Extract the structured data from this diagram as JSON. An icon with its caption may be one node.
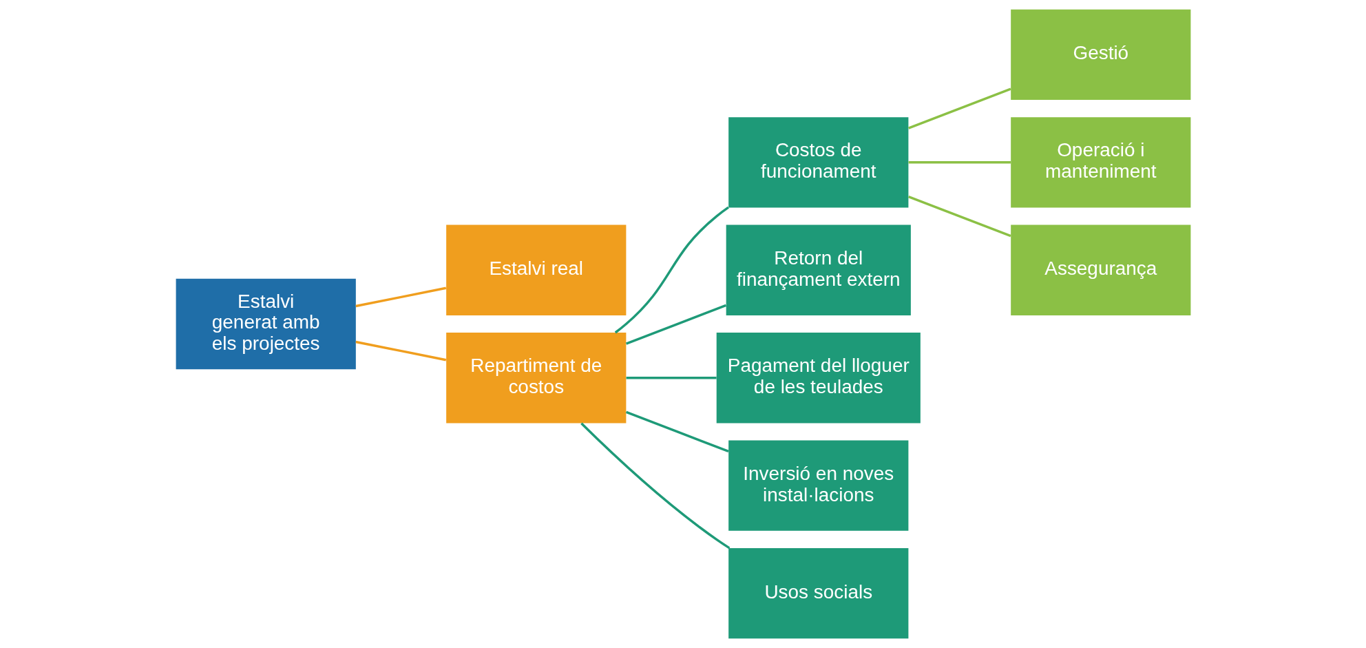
{
  "diagram": {
    "nodes": [
      {
        "text": [
          "Estalvi generat amb els projectes"
        ]
      },
      {
        "text": [
          "Estalvi real"
        ]
      },
      {
        "text": [
          "Repartiment de costos"
        ]
      },
      {
        "text": [
          "Costos de funcionament"
        ]
      },
      {
        "text": [
          "Retorn del finançament extern"
        ]
      },
      {
        "text": [
          "Pagament del lloguer de les teulades"
        ]
      },
      {
        "text": [
          "Inversió en noves instal·lacions"
        ]
      },
      {
        "text": [
          "Usos socials"
        ]
      },
      {
        "text": [
          "Gestió"
        ]
      },
      {
        "text": [
          "Operació i manteniment"
        ]
      },
      {
        "text": [
          "Assegurança"
        ]
      }
    ],
    "edges": [
      {
        "from": 0,
        "to": 1,
        "arrow": "none",
        "color": "#f09e1e"
      },
      {
        "from": 0,
        "to": 2,
        "arrow": "none",
        "color": "#f09e1e"
      },
      {
        "from": 2,
        "to": 3,
        "arrow": "none"
      },
      {
        "from": 2,
        "to": 4,
        "arrow": "none"
      },
      {
        "from": 2,
        "to": 5,
        "arrow": "none"
      },
      {
        "from": 2,
        "to": 6,
        "arrow": "none"
      },
      {
        "from": 2,
        "to": 7,
        "arrow": "none"
      },
      {
        "from": 3,
        "to": 8,
        "arrow": "none",
        "color": "#8bc045"
      },
      {
        "from": 3,
        "to": 9,
        "arrow": "none",
        "color": "#8bc045"
      },
      {
        "from": 3,
        "to": 10,
        "arrow": "none",
        "color": "#8bc045"
      }
    ]
  }
}
